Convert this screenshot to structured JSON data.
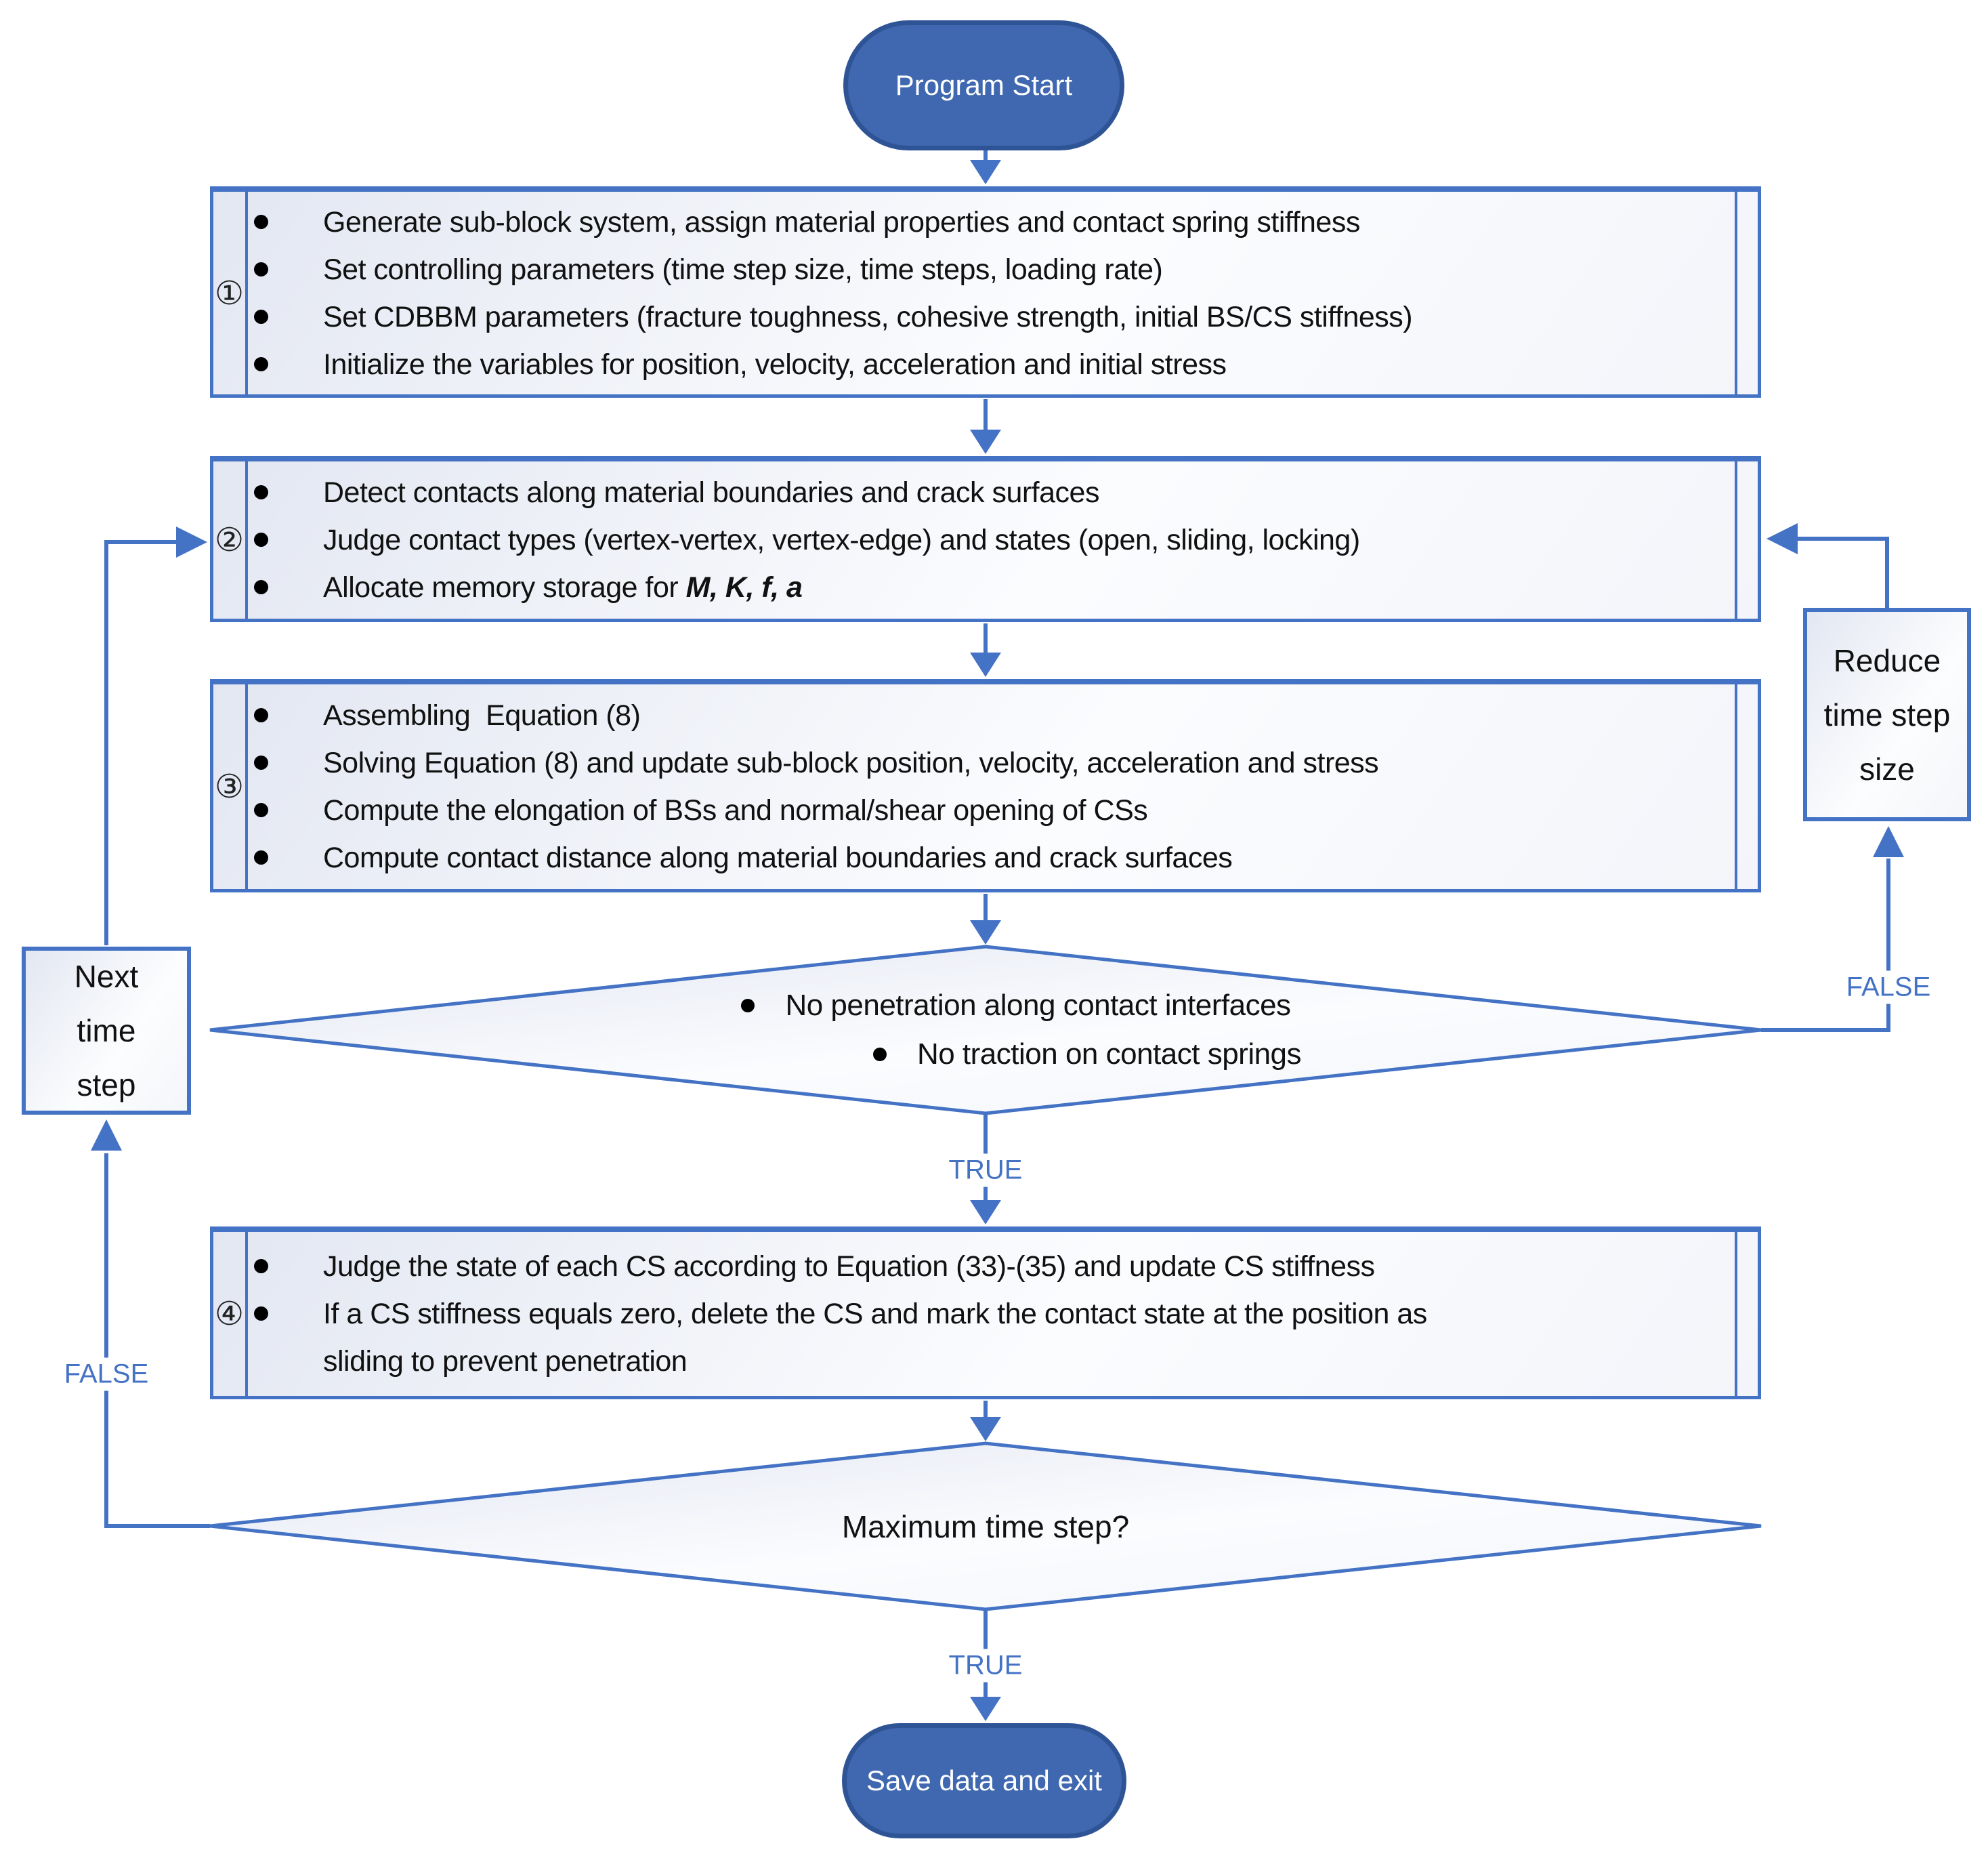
{
  "colors": {
    "accent": "#4472C4",
    "terminal_fill": "#3F68B0",
    "terminal_border": "#2F5496",
    "box_fill_light": "#E3E7F2"
  },
  "start": {
    "label": "Program Start"
  },
  "steps": [
    {
      "num": "①",
      "bullets": [
        "Generate sub-block system, assign material properties and contact spring stiffness",
        "Set controlling parameters (time step size, time steps, loading rate)",
        "Set CDBBM parameters (fracture toughness, cohesive strength, initial BS/CS stiffness)",
        "Initialize the variables for position, velocity, acceleration and initial stress"
      ]
    },
    {
      "num": "②",
      "bullets": [
        "Detect contacts along material boundaries and crack surfaces",
        "Judge contact types (vertex-vertex, vertex-edge) and states (open, sliding, locking)"
      ],
      "formula": {
        "prefix": "Allocate memory storage for ",
        "vars": "M, K, f, a"
      }
    },
    {
      "num": "③",
      "bullets": [
        "Assembling  Equation (8)",
        "Solving Equation (8) and update sub-block position, velocity, acceleration and stress",
        "Compute the elongation of BSs and normal/shear opening of CSs",
        "Compute contact distance along material boundaries and crack surfaces"
      ]
    },
    {
      "num": "④",
      "bullets": [
        "Judge the state of each CS according to Equation (33)-(35) and update CS stiffness",
        "If a CS stiffness equals zero, delete the CS and mark the contact state at the position as\nsliding to prevent penetration"
      ]
    }
  ],
  "decision1": {
    "bullets": [
      "No penetration along contact interfaces",
      "No traction on contact springs"
    ]
  },
  "decision2": {
    "label": "Maximum time step?"
  },
  "loop_labels": {
    "true_no_penetration": "TRUE",
    "true_max_step": "TRUE",
    "false_next_step": "FALSE",
    "false_reduce": "FALSE"
  },
  "side_boxes": {
    "next_time_step": "Next\ntime\nstep",
    "reduce_time_step": "Reduce\ntime step\nsize"
  },
  "end": {
    "label": "Save data and exit"
  }
}
